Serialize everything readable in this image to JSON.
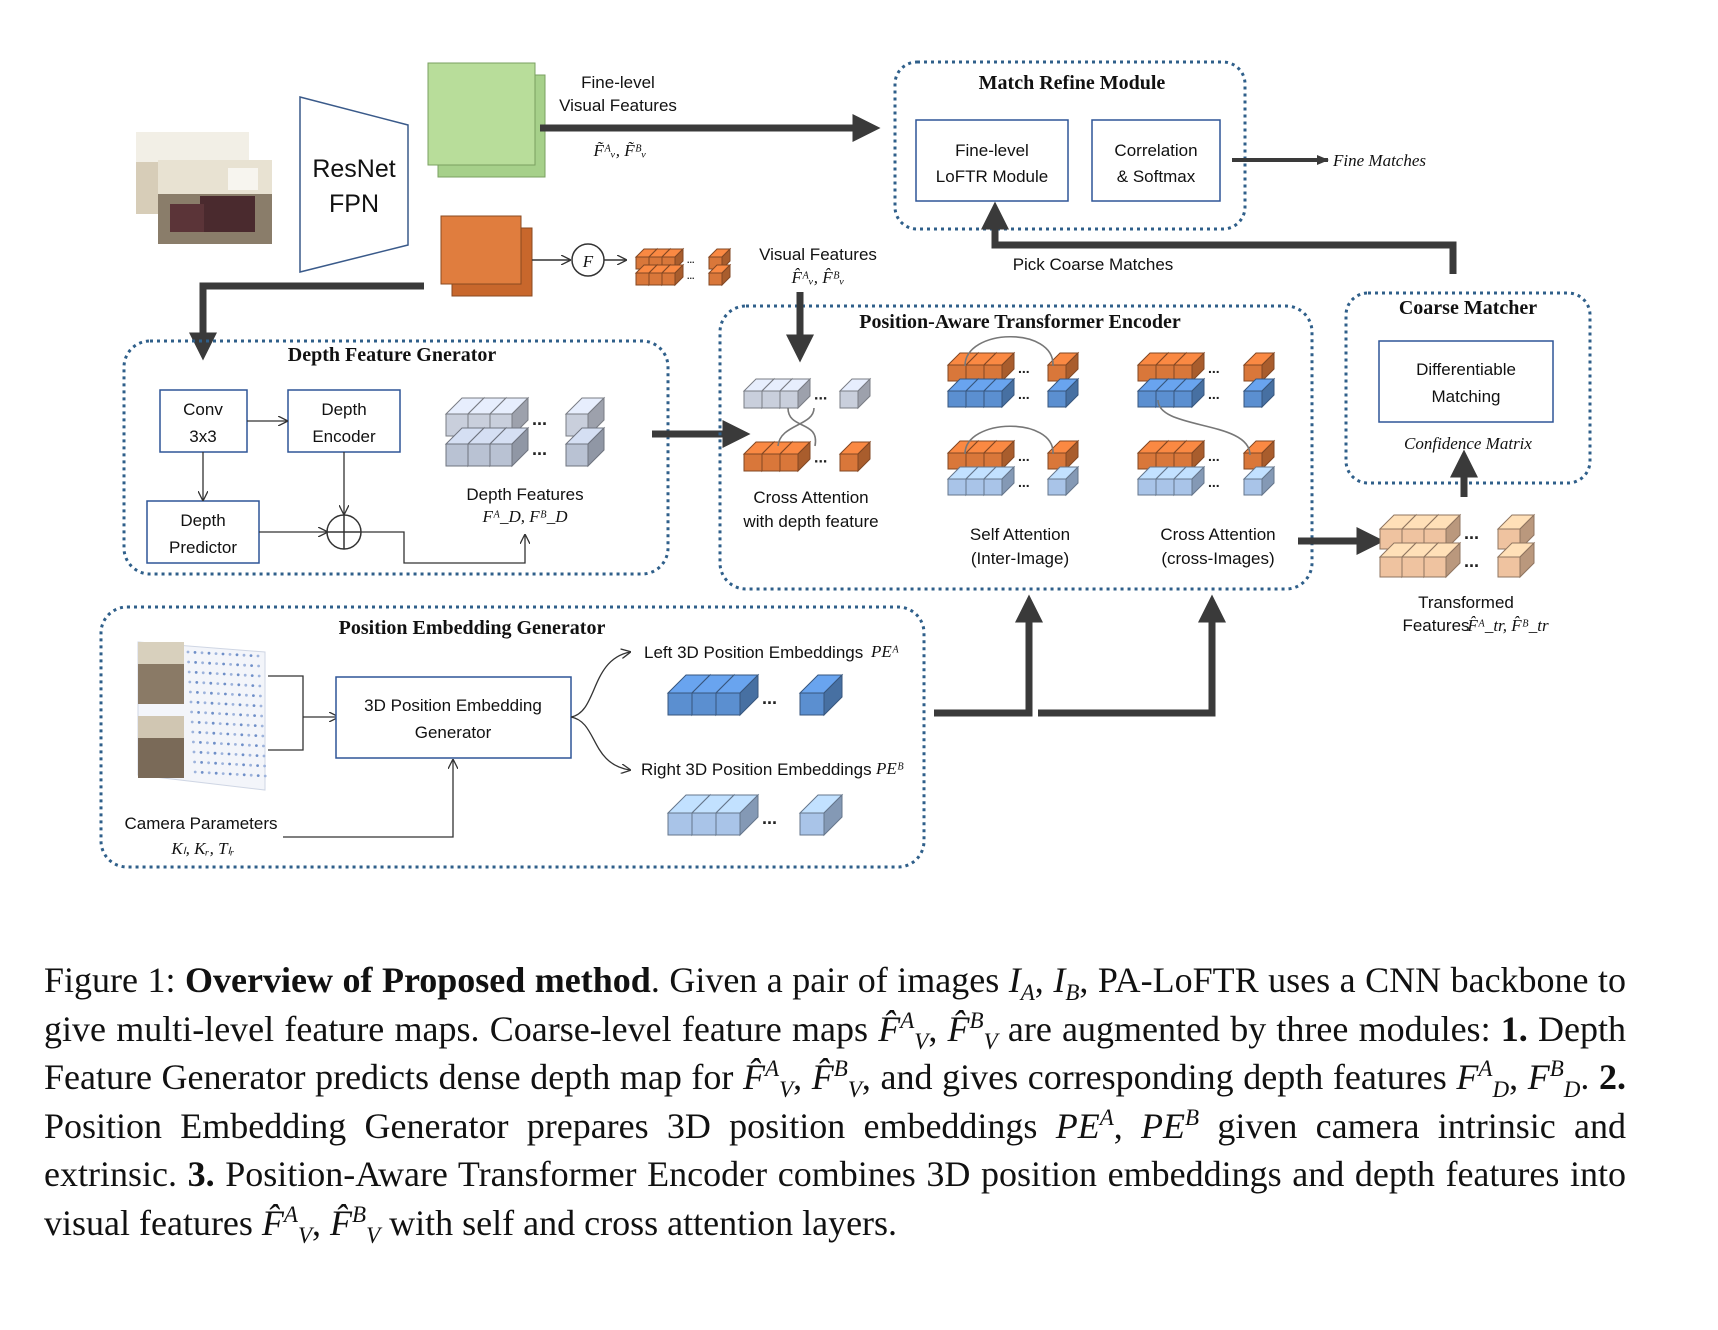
{
  "diagram": {
    "backbone_line1": "ResNet",
    "backbone_line2": "FPN",
    "fine_level_line1": "Fine-level",
    "fine_level_line2": "Visual Features",
    "fine_level_math": "F̃ᴬᵥ, F̃ᴮᵥ",
    "fuse_symbol": "F",
    "visual_features": "Visual Features",
    "visual_features_math": "F̂ᴬᵥ, F̂ᴮᵥ",
    "match_refine": {
      "title": "Match Refine Module",
      "box1_line1": "Fine-level",
      "box1_line2": "LoFTR Module",
      "box2_line1": "Correlation",
      "box2_line2": "& Softmax",
      "output": "Fine Matches"
    },
    "pick_coarse": "Pick Coarse Matches",
    "coarse_matcher": {
      "title": "Coarse Matcher",
      "box_line1": "Differentiable",
      "box_line2": "Matching",
      "confidence": "Confidence Matrix"
    },
    "depth_gen": {
      "title": "Depth Feature Gnerator",
      "conv_line1": "Conv",
      "conv_line2": "3x3",
      "enc_line1": "Depth",
      "enc_line2": "Encoder",
      "pred_line1": "Depth",
      "pred_line2": "Predictor",
      "features": "Depth Features",
      "features_math": "Fᴬ_D, Fᴮ_D"
    },
    "pa_encoder": {
      "title": "Position-Aware Transformer Encoder",
      "cross_depth_line1": "Cross Attention",
      "cross_depth_line2": "with depth feature",
      "self_line1": "Self Attention",
      "self_line2": "(Inter-Image)",
      "cross_line1": "Cross Attention",
      "cross_line2": "(cross-Images)"
    },
    "transformed_line1": "Transformed",
    "transformed_line2": "Features",
    "transformed_math": "F̂ᴬ_tr, F̂ᴮ_tr",
    "pos_gen": {
      "title": "Position Embedding Generator",
      "box_line1": "3D Position Embedding",
      "box_line2": "Generator",
      "left_label": "Left 3D Position Embeddings",
      "left_math": "PEᴬ",
      "right_label": "Right 3D Position Embeddings",
      "right_math": "PEᴮ",
      "camera_label": "Camera Parameters",
      "camera_math": "Kₗ, Kᵣ, Tₗᵣ"
    },
    "ellipsis": "...",
    "colors": {
      "orange": "#d9773a",
      "blue": "#5b8fd0",
      "light_blue": "#a9c4e8",
      "gray": "#c9cfdc",
      "peach": "#efc3a0",
      "green": "#b8dd9a",
      "border_blue": "#2f5597",
      "dotted": "#2f5f8a",
      "arrow": "#3a3a3a"
    }
  },
  "caption": {
    "prefix": "Figure 1:",
    "title": "Overview of Proposed method",
    "s1": ". Given a pair of images",
    "m_ia": "I",
    "m_ia_sub": "A",
    "m_ib": "I",
    "m_ib_sub": "B",
    "s2": ", PA-LoFTR uses a CNN backbone to give multi-level feature maps. Coarse-level feature maps",
    "m_f": "F̂",
    "sup_a": "A",
    "sup_b": "B",
    "sub_v": "V",
    "sub_d": "D",
    "s3": "are augmented by three modules:",
    "n1": "1.",
    "s4": "Depth Feature Generator predicts dense depth map for",
    "s5": ", and gives corresponding depth features",
    "m_fd": "F",
    "n2": "2.",
    "s6": "Position Embedding Generator prepares 3D position embeddings",
    "m_pe": "PE",
    "s7": "given camera intrinsic and extrinsic.",
    "n3": "3.",
    "s8": "Position-Aware Transformer Encoder combines 3D position embeddings and depth features into visual features",
    "s9": "with self and cross attention layers."
  }
}
